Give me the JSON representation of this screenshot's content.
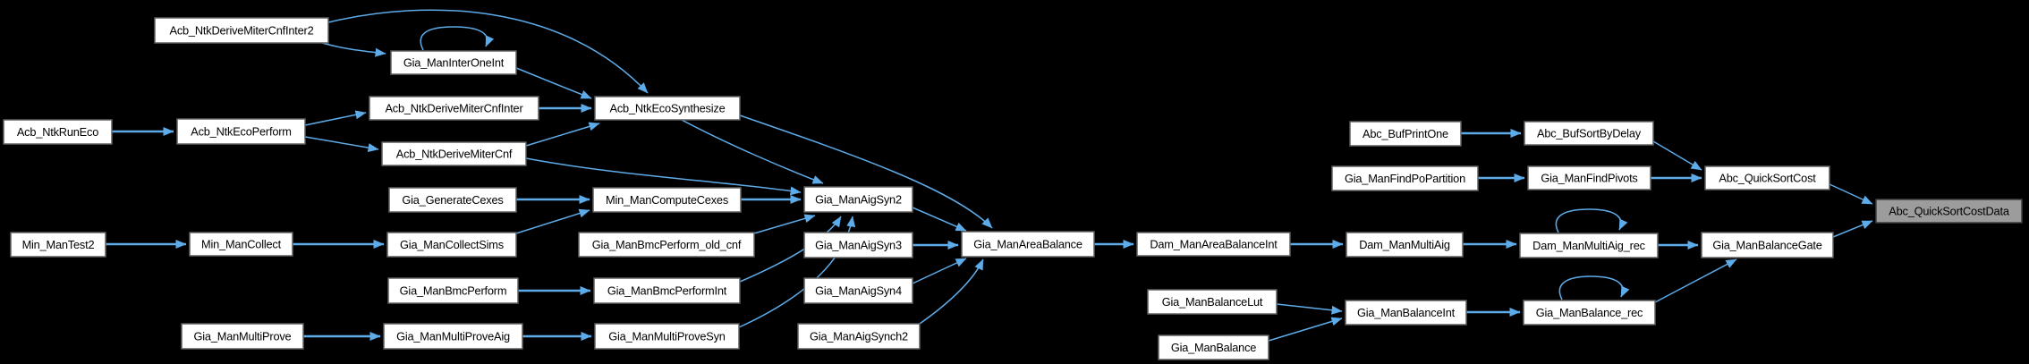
{
  "diagram": {
    "type": "call-graph",
    "background_color": "#000000",
    "node_fill": "#ffffff",
    "node_border": "#5f5f5f",
    "highlight_node_fill": "#9c9c9c",
    "edge_color": "#5dabe8",
    "text_color": "#000000"
  },
  "nodes": {
    "acbNtkDeriveMiterCnfInter2": {
      "label": "Acb_NtkDeriveMiterCnfInter2"
    },
    "giaManInterOneInt": {
      "label": "Gia_ManInterOneInt"
    },
    "acbNtkRunEco": {
      "label": "Acb_NtkRunEco"
    },
    "acbNtkEcoPerform": {
      "label": "Acb_NtkEcoPerform"
    },
    "acbNtkDeriveMiterCnfInter": {
      "label": "Acb_NtkDeriveMiterCnfInter"
    },
    "acbNtkDeriveMiterCnf": {
      "label": "Acb_NtkDeriveMiterCnf"
    },
    "acbNtkEcoSynthesize": {
      "label": "Acb_NtkEcoSynthesize"
    },
    "giaGenerateCexes": {
      "label": "Gia_GenerateCexes"
    },
    "minManComputeCexes": {
      "label": "Min_ManComputeCexes"
    },
    "giaManAigSyn2": {
      "label": "Gia_ManAigSyn2"
    },
    "minManTest2": {
      "label": "Min_ManTest2"
    },
    "minManCollect": {
      "label": "Min_ManCollect"
    },
    "giaManCollectSims": {
      "label": "Gia_ManCollectSims"
    },
    "giaManBmcPerformOldCnf": {
      "label": "Gia_ManBmcPerform_old_cnf"
    },
    "giaManAigSyn3": {
      "label": "Gia_ManAigSyn3"
    },
    "giaManAreaBalance": {
      "label": "Gia_ManAreaBalance"
    },
    "giaManBmcPerform": {
      "label": "Gia_ManBmcPerform"
    },
    "giaManBmcPerformInt": {
      "label": "Gia_ManBmcPerformInt"
    },
    "giaManAigSyn4": {
      "label": "Gia_ManAigSyn4"
    },
    "giaManMultiProve": {
      "label": "Gia_ManMultiProve"
    },
    "giaManMultiProveAig": {
      "label": "Gia_ManMultiProveAig"
    },
    "giaManMultiProveSyn": {
      "label": "Gia_ManMultiProveSyn"
    },
    "giaManAigSynch2": {
      "label": "Gia_ManAigSynch2"
    },
    "damManAreaBalanceInt": {
      "label": "Dam_ManAreaBalanceInt"
    },
    "damManMultiAig": {
      "label": "Dam_ManMultiAig"
    },
    "damManMultiAigRec": {
      "label": "Dam_ManMultiAig_rec"
    },
    "giaManBalanceGate": {
      "label": "Gia_ManBalanceGate"
    },
    "abcBufPrintOne": {
      "label": "Abc_BufPrintOne"
    },
    "abcBufSortByDelay": {
      "label": "Abc_BufSortByDelay"
    },
    "giaManFindPoPartition": {
      "label": "Gia_ManFindPoPartition"
    },
    "giaManFindPivots": {
      "label": "Gia_ManFindPivots"
    },
    "abcQuickSortCost": {
      "label": "Abc_QuickSortCost"
    },
    "abcQuickSortCostData": {
      "label": "Abc_QuickSortCostData"
    },
    "giaManBalanceLut": {
      "label": "Gia_ManBalanceLut"
    },
    "giaManBalance": {
      "label": "Gia_ManBalance"
    },
    "giaManBalanceInt": {
      "label": "Gia_ManBalanceInt"
    },
    "giaManBalanceRec": {
      "label": "Gia_ManBalance_rec"
    }
  },
  "graph": {
    "highlighted_node": "abcQuickSortCostData",
    "edges": [
      {
        "from": "acbNtkDeriveMiterCnfInter2",
        "to": "acbNtkEcoSynthesize"
      },
      {
        "from": "acbNtkDeriveMiterCnfInter2",
        "to": "giaManInterOneInt"
      },
      {
        "from": "giaManInterOneInt",
        "to": "giaManInterOneInt"
      },
      {
        "from": "giaManInterOneInt",
        "to": "acbNtkEcoSynthesize"
      },
      {
        "from": "acbNtkRunEco",
        "to": "acbNtkEcoPerform"
      },
      {
        "from": "acbNtkEcoPerform",
        "to": "acbNtkDeriveMiterCnfInter"
      },
      {
        "from": "acbNtkEcoPerform",
        "to": "acbNtkDeriveMiterCnf"
      },
      {
        "from": "acbNtkDeriveMiterCnfInter",
        "to": "acbNtkEcoSynthesize"
      },
      {
        "from": "acbNtkDeriveMiterCnf",
        "to": "acbNtkEcoSynthesize"
      },
      {
        "from": "acbNtkDeriveMiterCnf",
        "to": "giaManAigSyn2"
      },
      {
        "from": "acbNtkEcoSynthesize",
        "to": "giaManAigSyn2"
      },
      {
        "from": "acbNtkEcoSynthesize",
        "to": "giaManAreaBalance"
      },
      {
        "from": "giaGenerateCexes",
        "to": "minManComputeCexes"
      },
      {
        "from": "minManComputeCexes",
        "to": "giaManAigSyn2"
      },
      {
        "from": "minManTest2",
        "to": "minManCollect"
      },
      {
        "from": "minManCollect",
        "to": "giaManCollectSims"
      },
      {
        "from": "giaManCollectSims",
        "to": "minManComputeCexes"
      },
      {
        "from": "giaManBmcPerformOldCnf",
        "to": "giaManAigSyn2"
      },
      {
        "from": "giaManBmcPerform",
        "to": "giaManBmcPerformInt"
      },
      {
        "from": "giaManBmcPerformInt",
        "to": "giaManAigSyn2"
      },
      {
        "from": "giaManMultiProve",
        "to": "giaManMultiProveAig"
      },
      {
        "from": "giaManMultiProveAig",
        "to": "giaManMultiProveSyn"
      },
      {
        "from": "giaManMultiProveSyn",
        "to": "giaManAigSyn2"
      },
      {
        "from": "giaManAigSyn2",
        "to": "giaManAreaBalance"
      },
      {
        "from": "giaManAigSyn3",
        "to": "giaManAreaBalance"
      },
      {
        "from": "giaManAigSyn4",
        "to": "giaManAreaBalance"
      },
      {
        "from": "giaManAigSynch2",
        "to": "giaManAreaBalance"
      },
      {
        "from": "giaManAreaBalance",
        "to": "damManAreaBalanceInt"
      },
      {
        "from": "damManAreaBalanceInt",
        "to": "damManMultiAig"
      },
      {
        "from": "damManMultiAig",
        "to": "damManMultiAigRec"
      },
      {
        "from": "damManMultiAigRec",
        "to": "damManMultiAigRec"
      },
      {
        "from": "damManMultiAigRec",
        "to": "giaManBalanceGate"
      },
      {
        "from": "giaManBalanceGate",
        "to": "abcQuickSortCostData"
      },
      {
        "from": "abcQuickSortCost",
        "to": "abcQuickSortCostData"
      },
      {
        "from": "abcBufPrintOne",
        "to": "abcBufSortByDelay"
      },
      {
        "from": "abcBufSortByDelay",
        "to": "abcQuickSortCost"
      },
      {
        "from": "giaManFindPoPartition",
        "to": "giaManFindPivots"
      },
      {
        "from": "giaManFindPivots",
        "to": "abcQuickSortCost"
      },
      {
        "from": "giaManBalanceLut",
        "to": "giaManBalanceInt"
      },
      {
        "from": "giaManBalance",
        "to": "giaManBalanceInt"
      },
      {
        "from": "giaManBalanceInt",
        "to": "giaManBalanceRec"
      },
      {
        "from": "giaManBalanceRec",
        "to": "giaManBalanceRec"
      },
      {
        "from": "giaManBalanceRec",
        "to": "giaManBalanceGate"
      }
    ]
  }
}
